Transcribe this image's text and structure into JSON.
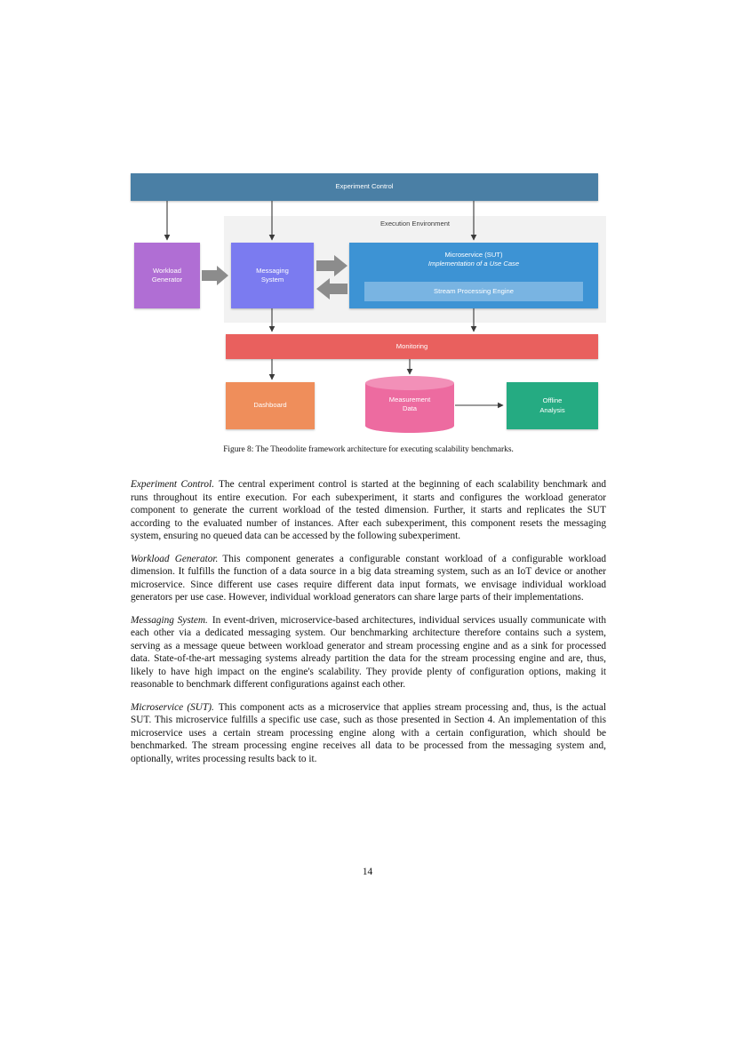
{
  "figure": {
    "caption": "Figure 8: The Theodolite framework architecture for executing scalability benchmarks.",
    "nodes": {
      "experiment_control": {
        "label": "Experiment Control",
        "color": "#4a7fa5"
      },
      "execution_environment": {
        "label": "Execution Environment",
        "color": "#f2f2f2"
      },
      "workload_generator": {
        "line1": "Workload",
        "line2": "Generator",
        "color": "#b06ed4"
      },
      "messaging_system": {
        "line1": "Messaging",
        "line2": "System",
        "color": "#7b7bf0"
      },
      "microservice_sut": {
        "title": "Microservice (SUT)",
        "subtitle": "Implementation of a Use Case",
        "color": "#3d93d4"
      },
      "stream_processing_engine": {
        "label": "Stream Processing Engine",
        "color": "#79b4e2"
      },
      "monitoring": {
        "label": "Monitoring",
        "color": "#e9605e"
      },
      "dashboard": {
        "label": "Dashboard",
        "color": "#ef8e5b"
      },
      "measurement_data": {
        "line1": "Measurement",
        "line2": "Data",
        "color": "#ed6ba0"
      },
      "offline_analysis": {
        "line1": "Offline",
        "line2": "Analysis",
        "color": "#25ab82"
      }
    }
  },
  "body": {
    "paragraphs": [
      {
        "lead": "Experiment Control.",
        "text": "The central experiment control is started at the beginning of each scalability benchmark and runs throughout its entire execution. For each subexperiment, it starts and configures the workload generator component to generate the current workload of the tested dimension. Further, it starts and replicates the SUT according to the evaluated number of instances. After each subexperiment, this component resets the messaging system, ensuring no queued data can be accessed by the following subexperiment."
      },
      {
        "lead": "Workload Generator.",
        "text": "This component generates a configurable constant workload of a configurable workload dimension. It fulfills the function of a data source in a big data streaming system, such as an IoT device or another microservice. Since different use cases require different data input formats, we envisage individual workload generators per use case. However, individual workload generators can share large parts of their implementations."
      },
      {
        "lead": "Messaging System.",
        "text": "In event-driven, microservice-based architectures, individual services usually communicate with each other via a dedicated messaging system. Our benchmarking architecture therefore contains such a system, serving as a message queue between workload generator and stream processing engine and as a sink for processed data. State-of-the-art messaging systems already partition the data for the stream processing engine and are, thus, likely to have high impact on the engine's scalability. They provide plenty of configuration options, making it reasonable to benchmark different configurations against each other."
      },
      {
        "lead": "Microservice (SUT).",
        "text": "This component acts as a microservice that applies stream processing and, thus, is the actual SUT. This microservice fulfills a specific use case, such as those presented in Section 4. An implementation of this microservice uses a certain stream processing engine along with a certain configuration, which should be benchmarked. The stream processing engine receives all data to be processed from the messaging system and, optionally, writes processing results back to it."
      }
    ]
  },
  "page_number": "14"
}
